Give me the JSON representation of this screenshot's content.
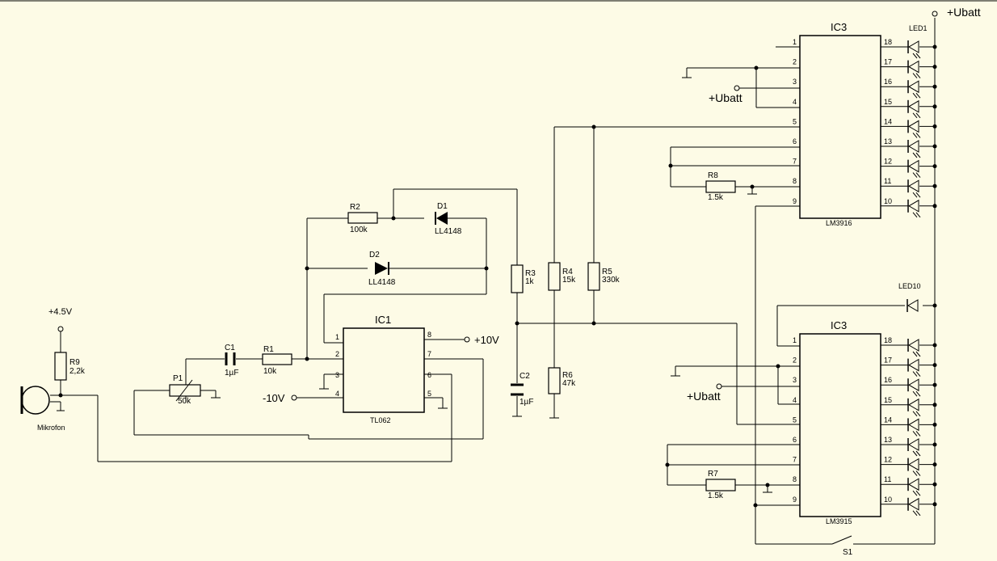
{
  "labels": {
    "ubatt_top": "+Ubatt",
    "ubatt_ic3a": "+Ubatt",
    "ubatt_ic3b": "+Ubatt",
    "plus45": "+4.5V",
    "plus10": "+10V",
    "minus10": "-10V",
    "mikrofon": "Mikrofon",
    "s1": "S1"
  },
  "components": {
    "ic1": {
      "name": "IC1",
      "type": "TL062"
    },
    "ic3a": {
      "name": "IC3",
      "type": "LM3916"
    },
    "ic3b": {
      "name": "IC3",
      "type": "LM3915"
    },
    "r1": {
      "name": "R1",
      "value": "10k"
    },
    "r2": {
      "name": "R2",
      "value": "100k"
    },
    "r3": {
      "name": "R3",
      "value": "1k"
    },
    "r4": {
      "name": "R4",
      "value": "15k"
    },
    "r5": {
      "name": "R5",
      "value": "330k"
    },
    "r6": {
      "name": "R6",
      "value": "47k"
    },
    "r7": {
      "name": "R7",
      "value": "1.5k"
    },
    "r8": {
      "name": "R8",
      "value": "1.5k"
    },
    "r9": {
      "name": "R9",
      "value": "2,2k"
    },
    "p1": {
      "name": "P1",
      "value": "50k"
    },
    "c1": {
      "name": "C1",
      "value": "1µF"
    },
    "c2": {
      "name": "C2",
      "value": "1µF"
    },
    "d1": {
      "name": "D1",
      "type": "LL4148"
    },
    "d2": {
      "name": "D2",
      "type": "LL4148"
    }
  },
  "leds": {
    "led1": "LED1",
    "led10": "LED10"
  },
  "pins": {
    "n1": "1",
    "n2": "2",
    "n3": "3",
    "n4": "4",
    "n5": "5",
    "n6": "6",
    "n7": "7",
    "n8": "8",
    "n9": "9",
    "n10": "10",
    "n11": "11",
    "n12": "12",
    "n13": "13",
    "n14": "14",
    "n15": "15",
    "n16": "16",
    "n17": "17",
    "n18": "18"
  }
}
